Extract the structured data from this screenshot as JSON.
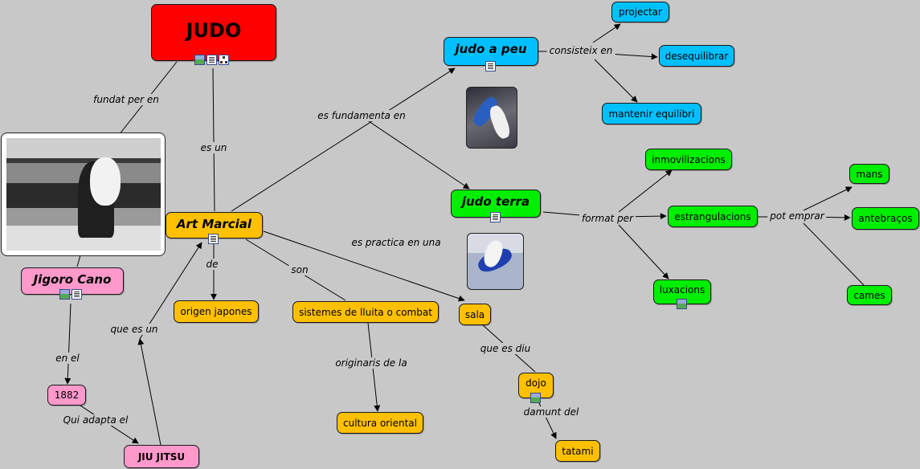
{
  "nodes": {
    "judo": "JUDO",
    "judo_a_peu": "judo a peu",
    "projectar": "projectar",
    "desequilibrar": "desequilibrar",
    "mantenir_equilibri": "mantenir equilibri",
    "judo_terra": "judo terra",
    "inmovilizacions": "inmovilizacions",
    "estrangulacions": "estrangulacions",
    "luxacions": "luxacions",
    "mans": "mans",
    "antebracos": "antebraços",
    "cames": "cames",
    "art_marcial": "Art Marcial",
    "origen_japones": "origen japones",
    "sistemes": "sistemes de lluita o combat",
    "cultura_oriental": "cultura oriental",
    "sala": "sala",
    "dojo": "dojo",
    "tatami": "tatami",
    "jigoro_cano": "Jigoro Cano",
    "any_1882": "1882",
    "jiu_jitsu": "JIU JITSU"
  },
  "links": {
    "fundat_per_en": "fundat per en",
    "es_un": "es un",
    "es_fundamenta_en": "es fundamenta en",
    "consisteix_en": "consisteix en",
    "format_per": "format per",
    "pot_emprar": "pot emprar",
    "de": "de",
    "son": "son",
    "es_practica_en_una": "es practica en una",
    "originaris_de_la": "originaris de la",
    "que_es_diu": "que es diu",
    "damunt_del": "damunt del",
    "que_es_un": "que es un",
    "en_el": "en el",
    "qui_adapta_el": "Qui adapta el"
  },
  "colors": {
    "red": "#ff0000",
    "blue": "#00c0ff",
    "green": "#00ee00",
    "orange": "#ffc000",
    "pink": "#ff99cc",
    "background": "#c8c8c8"
  },
  "icons": [
    "image-icon",
    "document-icon",
    "concept-map-icon"
  ]
}
